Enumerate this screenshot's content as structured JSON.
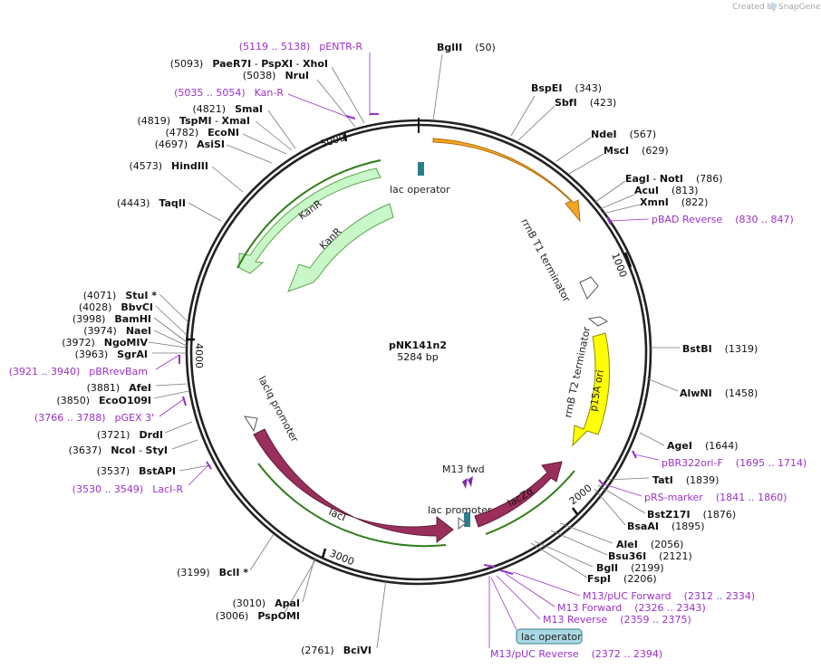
{
  "branding": {
    "created_by": "Created by",
    "product": "SnapGene"
  },
  "plasmid": {
    "name": "pNK141n2",
    "length_label": "5284 bp",
    "length": 5284
  },
  "ring_ticks": [
    {
      "pos": 1000,
      "label": "1000"
    },
    {
      "pos": 2000,
      "label": "2000"
    },
    {
      "pos": 3000,
      "label": "3000"
    },
    {
      "pos": 4000,
      "label": "4000"
    },
    {
      "pos": 5000,
      "label": "5000"
    }
  ],
  "enzymes": [
    {
      "name": "BglII",
      "pos": "(50)"
    },
    {
      "name": "BspEI",
      "pos": "(343)"
    },
    {
      "name": "SbfI",
      "pos": "(423)"
    },
    {
      "name": "NdeI",
      "pos": "(567)"
    },
    {
      "name": "MscI",
      "pos": "(629)"
    },
    {
      "name": "EagI",
      "name2": "NotI",
      "pos": "(786)"
    },
    {
      "name": "AcuI",
      "pos": "(813)"
    },
    {
      "name": "XmnI",
      "pos": "(822)"
    },
    {
      "name": "BstBI",
      "pos": "(1319)"
    },
    {
      "name": "AlwNI",
      "pos": "(1458)"
    },
    {
      "name": "AgeI",
      "pos": "(1644)"
    },
    {
      "name": "TatI",
      "pos": "(1839)"
    },
    {
      "name": "BstZ17I",
      "pos": "(1876)"
    },
    {
      "name": "BsaAI",
      "pos": "(1895)"
    },
    {
      "name": "AleI",
      "pos": "(2056)"
    },
    {
      "name": "Bsu36I",
      "pos": "(2121)"
    },
    {
      "name": "BglI",
      "pos": "(2199)"
    },
    {
      "name": "FspI",
      "pos": "(2206)"
    },
    {
      "name": "BciVI",
      "pos": "(2761)"
    },
    {
      "name": "ApaI",
      "pos": "(3010)"
    },
    {
      "name": "PspOMI",
      "pos": "(3006)"
    },
    {
      "name": "BclI *",
      "pos": "(3199)"
    },
    {
      "name": "BstAPI",
      "pos": "(3537)"
    },
    {
      "name": "NcoI",
      "name2": "StyI",
      "pos": "(3637)"
    },
    {
      "name": "DrdI",
      "pos": "(3721)"
    },
    {
      "name": "EcoO109I",
      "pos": "(3850)"
    },
    {
      "name": "AfeI",
      "pos": "(3881)"
    },
    {
      "name": "SgrAI",
      "pos": "(3963)"
    },
    {
      "name": "NgoMIV",
      "pos": "(3972)"
    },
    {
      "name": "NaeI",
      "pos": "(3974)"
    },
    {
      "name": "BamHI",
      "pos": "(3998)"
    },
    {
      "name": "BbvCI",
      "pos": "(4028)"
    },
    {
      "name": "StuI *",
      "pos": "(4071)"
    },
    {
      "name": "TaqII",
      "pos": "(4443)"
    },
    {
      "name": "HindIII",
      "pos": "(4573)"
    },
    {
      "name": "AsiSI",
      "pos": "(4697)"
    },
    {
      "name": "EcoNI",
      "pos": "(4782)"
    },
    {
      "name": "TspMI",
      "name2": "XmaI",
      "pos": "(4819)"
    },
    {
      "name": "SmaI",
      "pos": "(4821)"
    },
    {
      "name": "NruI",
      "pos": "(5038)"
    },
    {
      "name": "PaeR7I",
      "name2": "PspXI",
      "name3": "XhoI",
      "pos": "(5093)"
    }
  ],
  "primers": [
    {
      "name": "pENTR-R",
      "range": "(5119 .. 5138)"
    },
    {
      "name": "Kan-R",
      "range": "(5035 .. 5054)"
    },
    {
      "name": "pBAD Reverse",
      "range": "(830 .. 847)"
    },
    {
      "name": "pBR322ori-F",
      "range": "(1695 .. 1714)"
    },
    {
      "name": "pRS-marker",
      "range": "(1841 .. 1860)"
    },
    {
      "name": "M13/pUC Forward",
      "range": "(2312 .. 2334)"
    },
    {
      "name": "M13 Forward",
      "range": "(2326 .. 2343)"
    },
    {
      "name": "M13 Reverse",
      "range": "(2359 .. 2375)"
    },
    {
      "name": "M13/pUC Reverse",
      "range": "(2372 .. 2394)"
    },
    {
      "name": "pBRrevBam",
      "range": "(3921 .. 3940)"
    },
    {
      "name": "pGEX 3'",
      "range": "(3766 .. 3788)"
    },
    {
      "name": "LacI-R",
      "range": "(3530 .. 3549)"
    }
  ],
  "features": {
    "lac_operator_top": "lac operator",
    "kanr_outer": "KanR",
    "kanr_inner": "KanR",
    "rrnb_t1": "rrnB T1 terminator",
    "rrnb_t2": "rrnB T2 terminator",
    "p15a_ori": "p15A ori",
    "lacI": "lacI",
    "lacIq_promoter": "lacIq promoter",
    "lac_promoter": "lac promoter",
    "lacZa": "lacZα",
    "m13_fwd": "M13 fwd",
    "lac_operator_box": "lac operator"
  },
  "colors": {
    "orange_feature": "#f5a623",
    "kanr_fill": "#c9f7c9",
    "lacI_fill": "#9b2f5c",
    "p15a_fill": "#ffff00",
    "primer_purple": "#9b30c8",
    "operator_teal": "#2a7f8f",
    "operator_box": "#a9d8e6"
  }
}
